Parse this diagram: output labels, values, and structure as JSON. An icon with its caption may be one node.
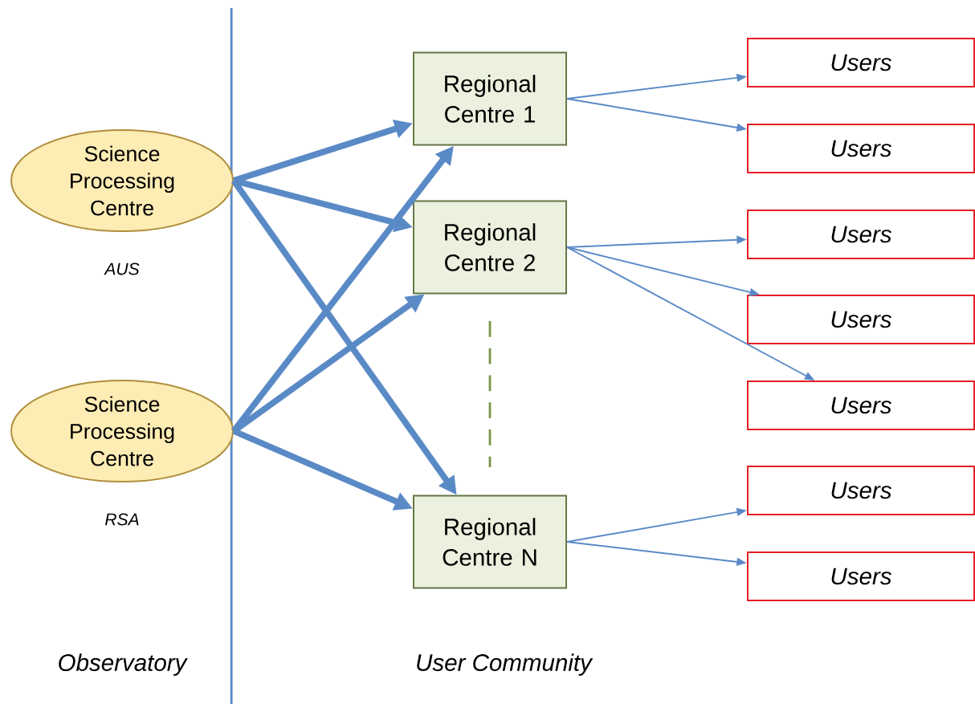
{
  "diagram": {
    "nodes": [
      {
        "text": [
          "Science Processing Centre"
        ],
        "beside": [
          "AUS"
        ]
      },
      {
        "text": [
          "Science Processing Centre"
        ],
        "beside": [
          "RSA"
        ]
      },
      {
        "text": [
          "Regional Centre 1"
        ]
      },
      {
        "text": [
          "Regional Centre 2"
        ]
      },
      {
        "text": [
          "Regional Centre N"
        ]
      },
      {
        "text": [
          "Users"
        ]
      },
      {
        "text": [
          "Users"
        ]
      },
      {
        "text": [
          "Users"
        ]
      },
      {
        "text": [
          "Users"
        ]
      },
      {
        "text": [
          "Users"
        ]
      },
      {
        "text": [
          "Users"
        ]
      },
      {
        "text": [
          "Users"
        ]
      }
    ],
    "edges": [
      {
        "from": 0,
        "to": 2,
        "arrow": "to",
        "style": "thick"
      },
      {
        "from": 0,
        "to": 3,
        "arrow": "to",
        "style": "thick"
      },
      {
        "from": 0,
        "to": 4,
        "arrow": "to",
        "style": "thick"
      },
      {
        "from": 1,
        "to": 2,
        "arrow": "to",
        "style": "thick"
      },
      {
        "from": 1,
        "to": 3,
        "arrow": "to",
        "style": "thick"
      },
      {
        "from": 1,
        "to": 4,
        "arrow": "to",
        "style": "thick"
      },
      {
        "from": 2,
        "to": 5,
        "arrow": "to"
      },
      {
        "from": 2,
        "to": 6,
        "arrow": "to"
      },
      {
        "from": 3,
        "to": 7,
        "arrow": "to"
      },
      {
        "from": 3,
        "to": 8,
        "arrow": "to"
      },
      {
        "from": 3,
        "to": 9,
        "arrow": "to"
      },
      {
        "from": 4,
        "to": 10,
        "arrow": "to"
      },
      {
        "from": 4,
        "to": 11,
        "arrow": "to"
      }
    ],
    "labels": [
      "Observatory",
      "User Community"
    ]
  }
}
